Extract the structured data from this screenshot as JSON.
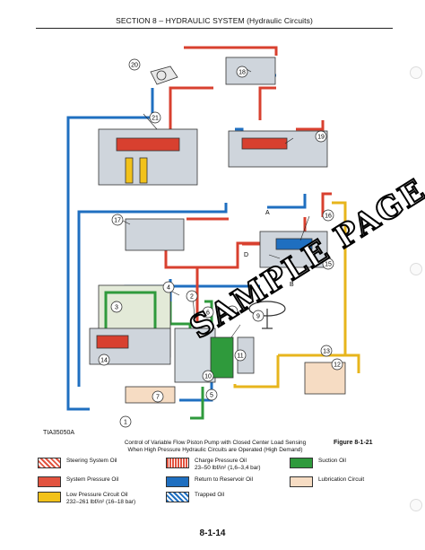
{
  "header": {
    "section_title": "SECTION 8 – HYDRAULIC SYSTEM (Hydraulic Circuits)"
  },
  "figure": {
    "id_label": "TIA35050A",
    "caption_line1": "Control of Variable Flow Piston Pump with Closed Center Load Sensing",
    "caption_line2": "When High Pressure Hydraulic Circuits are Operated (High Demand)",
    "number": "Figure 8-1-21"
  },
  "callouts": [
    "1",
    "2",
    "3",
    "4",
    "5",
    "6",
    "7",
    "8",
    "9",
    "10",
    "11",
    "12",
    "13",
    "14",
    "15",
    "16",
    "17",
    "18",
    "19",
    "20",
    "21"
  ],
  "port_letters": [
    "A",
    "B",
    "C",
    "D"
  ],
  "legend": [
    {
      "key": "steering",
      "label": "Steering System Oil",
      "label2": "",
      "color": "#e2533f"
    },
    {
      "key": "charge",
      "label": "Charge Pressure Oil",
      "label2": "23–50 lbf/in² (1,6–3,4 bar)",
      "color": "#e2533f"
    },
    {
      "key": "suction",
      "label": "Suction Oil",
      "label2": "",
      "color": "#2f9a3c"
    },
    {
      "key": "system",
      "label": "System Pressure Oil",
      "label2": "",
      "color": "#e2533f"
    },
    {
      "key": "return",
      "label": "Return to Reservoir Oil",
      "label2": "",
      "color": "#1f6fc0"
    },
    {
      "key": "lube",
      "label": "Lubrication Circuit",
      "label2": "",
      "color": "#f6dcc3"
    },
    {
      "key": "lowpress",
      "label": "Low Pressure Circuit Oil",
      "label2": "232–261 lbf/in² (16–18 bar)",
      "color": "#f2c21a"
    },
    {
      "key": "trapped",
      "label": "Trapped Oil",
      "label2": "",
      "color": "#1f6fc0"
    }
  ],
  "colors": {
    "pressure": "#d8402f",
    "return": "#1f6fc0",
    "low": "#e7b51c",
    "suction": "#2f9a3c",
    "lube": "#f6dcc3",
    "trapped": "#1f6fc0"
  },
  "page_number": "8-1-14",
  "watermark": "SAMPLE PAGE"
}
